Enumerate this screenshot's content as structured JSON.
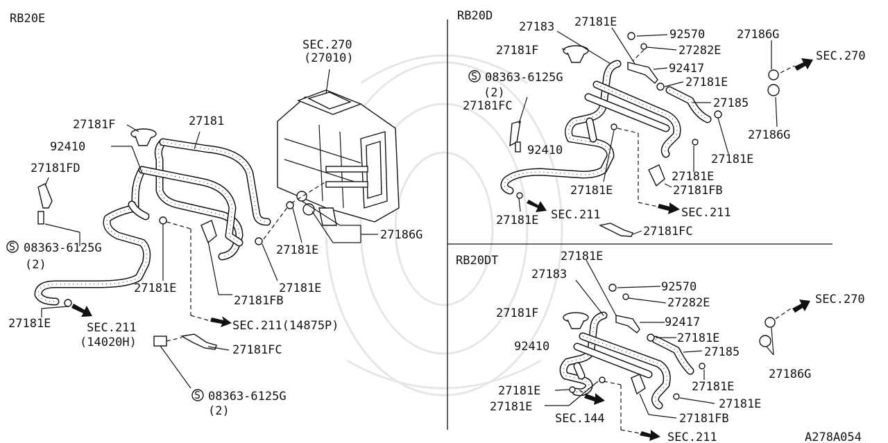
{
  "sections": {
    "rb20e": "RB20E",
    "rb20d": "RB20D",
    "rb20dt": "RB20DT"
  },
  "figure_code": "A278A054",
  "rb20e_labels": {
    "sec270": "SEC.270",
    "sec270_sub": "(27010)",
    "p27181": "27181",
    "p27181f": "27181F",
    "p92410": "92410",
    "p27181fd": "27181FD",
    "bolt": "08363-6125G",
    "bolt_qty": "(2)",
    "p27186g": "27186G",
    "p27181e_a": "27181E",
    "p27181e_b": "27181E",
    "p27181e_c": "27181E",
    "p27181e_d": "27181E",
    "p27181fb": "27181FB",
    "sec211_a": "SEC.211(14875P)",
    "sec211_b": "SEC.211",
    "sec211_b_sub": "(14020H)",
    "p27181fc": "27181FC",
    "bolt2": "08363-6125G",
    "bolt2_qty": "(2)"
  },
  "rb20d_labels": {
    "p27183": "27183",
    "p27181e_top": "27181E",
    "p92570": "92570",
    "p27282e": "27282E",
    "p27186g_top": "27186G",
    "sec270": "SEC.270",
    "p27181f": "27181F",
    "bolt": "08363-6125G",
    "bolt_qty": "(2)",
    "p92417": "92417",
    "p27181e_r1": "27181E",
    "p27181fc": "27181FC",
    "p27185": "27185",
    "p27186g_bot": "27186G",
    "p92410": "92410",
    "p27181e_r2": "27181E",
    "p27181e_m": "27181E",
    "p27181e_m2": "27181E",
    "p27181fb": "27181FB",
    "p27181e_l": "27181E",
    "sec211_a": "SEC.211",
    "sec211_b": "SEC.211",
    "p27181fc2": "27181FC"
  },
  "rb20dt_labels": {
    "p27181e_top": "27181E",
    "p27183": "27183",
    "p92570": "92570",
    "p27282e": "27282E",
    "sec270": "SEC.270",
    "p27181f": "27181F",
    "p92417": "92417",
    "p27181e_r1": "27181E",
    "p92410": "92410",
    "p27185": "27185",
    "p27186g": "27186G",
    "p27181e_r2": "27181E",
    "p27181e_l1": "27181E",
    "p27181e_l2": "27181E",
    "p27181e_r3": "27181E",
    "sec144": "SEC.144",
    "p27181fb": "27181FB",
    "sec211": "SEC.211"
  }
}
